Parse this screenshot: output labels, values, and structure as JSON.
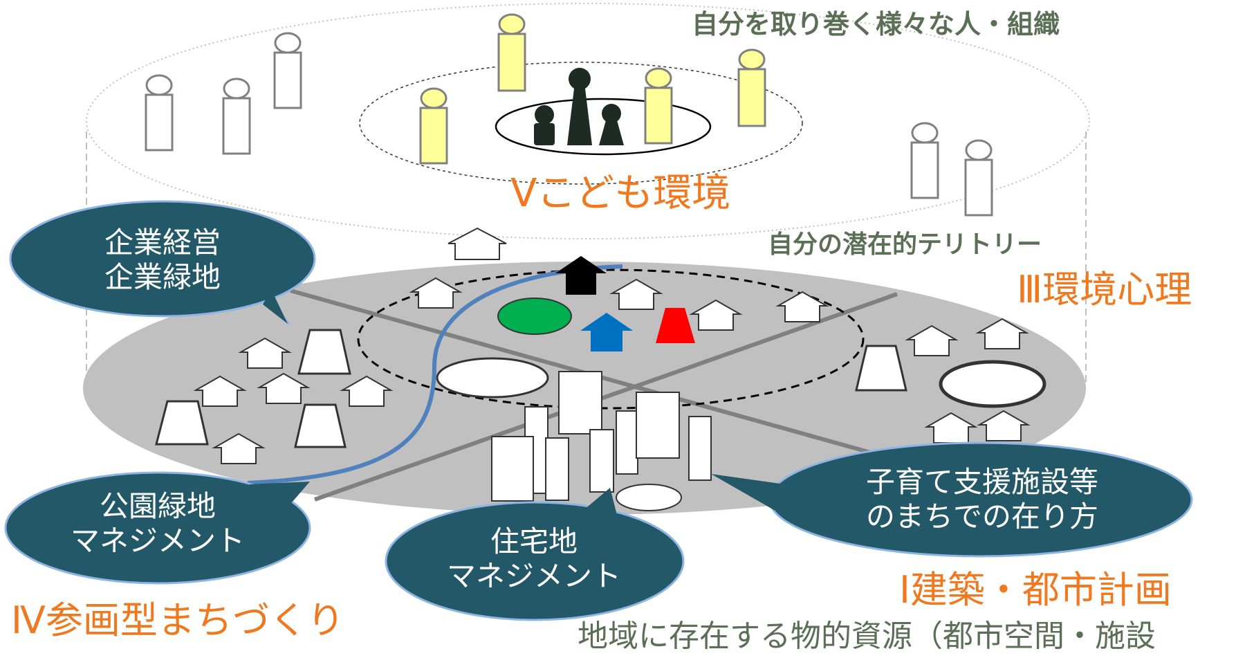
{
  "labels": {
    "people_orgs": "自分を取り巻く様々な人・組織",
    "territory": "自分の潜在的テリトリー",
    "resources": "地域に存在する物的資源（都市空間・施設"
  },
  "fields": {
    "v": "Ⅴこども環境",
    "iii": "Ⅲ環境心理",
    "i": "Ⅰ建築・都市計画",
    "iv": "Ⅳ参画型まちづくり"
  },
  "bubbles": {
    "company": {
      "line1": "企業経営",
      "line2": "企業緑地"
    },
    "park": {
      "line1": "公園緑地",
      "line2": "マネジメント"
    },
    "residential": {
      "line1": "住宅地",
      "line2": "マネジメント"
    },
    "childcare": {
      "line1": "子育て支援施設等",
      "line2": "のまちでの在り方"
    }
  },
  "colors": {
    "bubble_fill": "#235868",
    "orange": "#f0781e",
    "green_text": "#5a6f55",
    "plane_gray": "#c0c0c0",
    "figure_yellow": "#ffff99",
    "path_blue": "#4f81bd",
    "arrow_blue": "#0070c0",
    "circle_green": "#00b050",
    "trapezoid_red": "#ff0000"
  }
}
